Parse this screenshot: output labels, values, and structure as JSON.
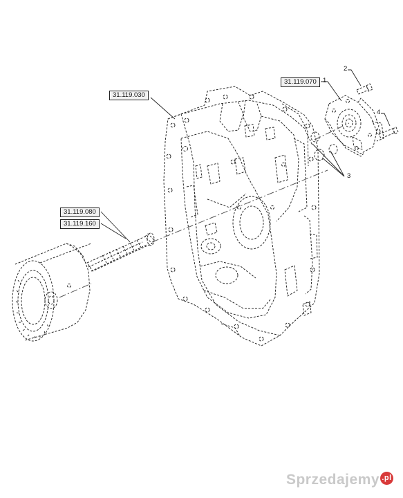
{
  "references": {
    "housing": "31.119.030",
    "cover": "31.119.070",
    "shaft_a": "31.119.080",
    "shaft_b": "31.119.160"
  },
  "callouts": {
    "c1": "1",
    "c2": "2",
    "c3": "3",
    "c4": "4"
  },
  "watermark": {
    "text": "Sprzedajemy",
    "badge": ".pl"
  }
}
